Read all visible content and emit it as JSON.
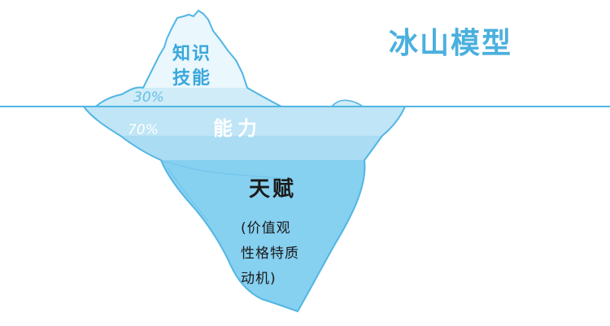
{
  "title": "冰山模型",
  "above_water": {
    "label_line1": "知识",
    "label_line2": "技能",
    "percent": "30%"
  },
  "below_water": {
    "percent": "70%",
    "ability_label": "能力",
    "talent_label": "天赋",
    "talent_details": [
      "(价值观",
      "性格特质",
      "动机)"
    ]
  },
  "colors": {
    "title": "#4ab0de",
    "tip_snow": "#eaf7fd",
    "tip_band": "#cfecf8",
    "ability_band": "#aadcf3",
    "talent_body": "#86d0f0",
    "outline": "#52b6e3",
    "waterline": "#52b6e3"
  }
}
